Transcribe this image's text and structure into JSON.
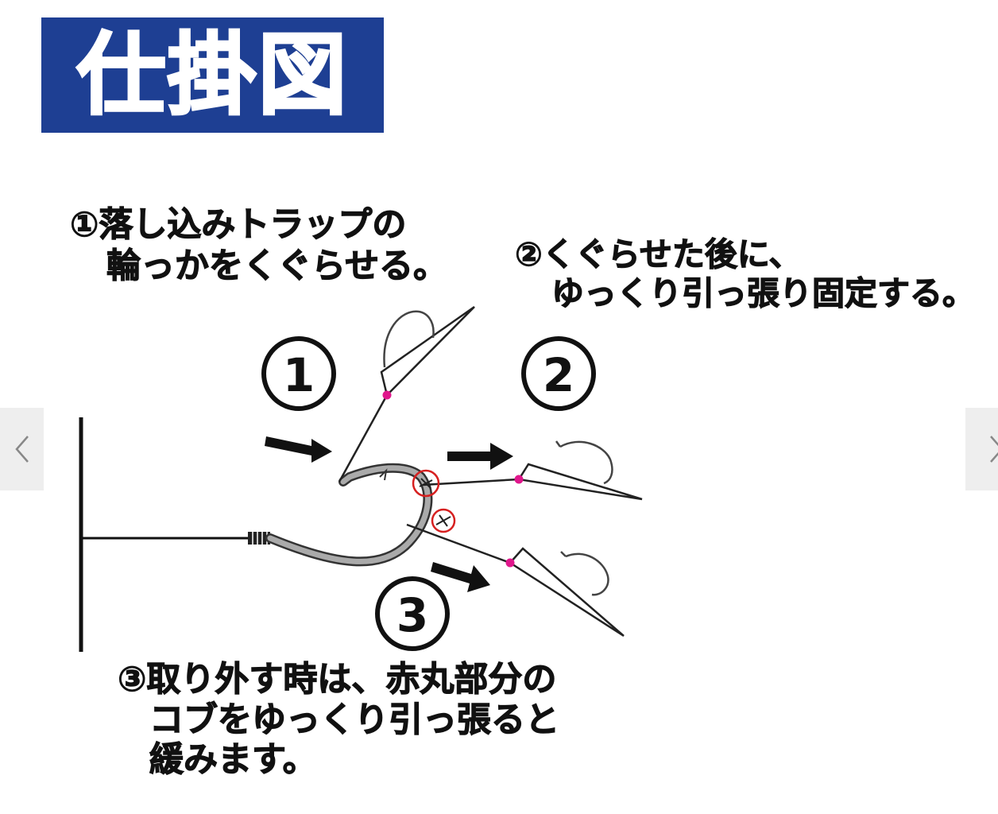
{
  "header": {
    "title": "仕掛図",
    "background_color": "#1e3f93"
  },
  "notes": {
    "step1": {
      "line1": "①落し込みトラップの",
      "line2": "輪っかをくぐらせる。"
    },
    "step2": {
      "line1": "②くぐらせた後に、",
      "line2": "ゆっくり引っ張り固定する。"
    },
    "step3": {
      "line1": "③取り外す時は、赤丸部分の",
      "line2": "コブをゆっくり引っ張ると",
      "line3": "緩みます。"
    }
  },
  "diagram": {
    "step_markers": [
      "①",
      "②",
      "③"
    ],
    "knot_color": "#e0178c",
    "highlight_color": "#d62020"
  },
  "nav": {
    "prev_icon": "chevron-left-icon",
    "next_icon": "chevron-right-icon"
  }
}
